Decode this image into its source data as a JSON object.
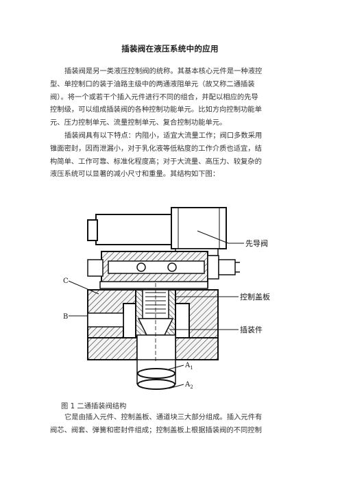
{
  "title": "插装阀在液压系统中的应用",
  "para1": [
    "插装阀是另一类液压控制阀的统称。其基本核心元件是一种液控",
    "型、单控制口的装于油路主级中的两通液阻单元（故又称二通插装",
    "阀）。将一个或若干个插入元件进行不同的组合，并配以相应的先导",
    "控制级，可以组成插装阀的各种控制功能单元。比如方向控制功能单",
    "元、压力控制单元、流量控制单元、复合控制功能单元。"
  ],
  "para2": [
    "插装阀具有以下特点：内阻小，适宜大流量工作；阀口多数采用",
    "锥面密封，因而泄漏小，对于乳化液等低粘度的工作介质也适宜，结",
    "构简单、工作可靠、标准化程度高；对于大流量、高压力、较复杂的",
    "液压系统可以显著的减小尺寸和重量。其结构如下图："
  ],
  "figure": {
    "label_pilot": "先导阀",
    "label_cover": "控制盖板",
    "label_insert": "插装件",
    "label_c": "C",
    "label_b": "B",
    "label_a1": "A",
    "label_a1_sub": "1",
    "label_a2": "A",
    "label_a2_sub": "2"
  },
  "caption": "图 1 二通插装阀结构",
  "para3": [
    "它是由插入元件、控制盖板、通道块三大部分组成。插入元件有",
    "阀芯、阀套、弹簧和密封件组成；控制盖板上根据插装阀的不同控制"
  ]
}
